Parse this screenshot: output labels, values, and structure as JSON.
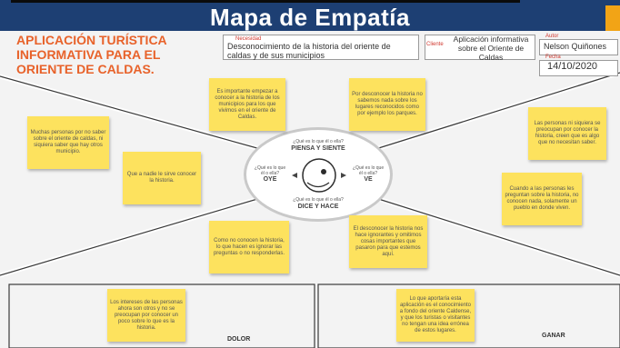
{
  "header": {
    "title": "Mapa de Empatía"
  },
  "app_title": "APLICACIÓN TURÍSTICA INFORMATIVA PARA EL ORIENTE DE CALDAS.",
  "necesidad": {
    "label": "Necesidad",
    "text": "Desconocimiento de la historia del oriente de caldas y de sus municipios"
  },
  "cliente": {
    "label": "Cliente",
    "text": "Aplicación informativa sobre el Oriente de Caldas"
  },
  "autor": {
    "label": "Autor",
    "value": "Nelson Quiñones"
  },
  "fecha": {
    "label": "Fecha",
    "value": "14/10/2020"
  },
  "center": {
    "piensa_q": "¿Qué es lo que él o ella?",
    "piensa": "PIENSA Y SIENTE",
    "oye_q": "¿Qué es lo que él o ella?",
    "oye": "OYE",
    "ve_q": "¿Qué es lo que él o ella?",
    "ve": "VE",
    "dice_q": "¿Qué es lo que él o ella?",
    "dice": "DICE Y HACE"
  },
  "notes": {
    "piensa_1": "Es importante empezar a conocer a la historia de los municipios para los que vivimos en el oriente de Caldas.",
    "piensa_2": "Por desconocer la historia no sabemos nada sobre los lugares reconocidos como por ejemplo los parques.",
    "oye_1": "Muchas personas por no saber sobre el oriente de caldas, ni siquiera saber que hay otros municipio.",
    "oye_2": "Que a nadie le sirve conocer la historia.",
    "ve_1": "Las personas ni siquiera se preocupan por conocer la historia, creen que es algo que no necesitan saber.",
    "ve_2": "Cuando a las personas les preguntan sobre la historia, no conocen nada, solamente un pueblo en donde viven.",
    "dice_1": "Como no conocen la historia, lo que hacen es ignorar las preguntas o no responderlas.",
    "dice_2": "El desconocer la historia nos hace ignorantes y omitimos cosas importantes que pasaron para que estemos aquí.",
    "dolor_1": "Los intereses de las personas ahora son otros y no se preocupan por conocer un poco sobre lo que es la historia.",
    "ganar_1": "Lo que aportaría esta aplicación es el conocimiento a fondo del oriente Caldense, y que los turistas o visitantes no tengan una idea errónea de estos lugares."
  },
  "sections": {
    "dolor": "DOLOR",
    "ganar": "GANAR"
  }
}
